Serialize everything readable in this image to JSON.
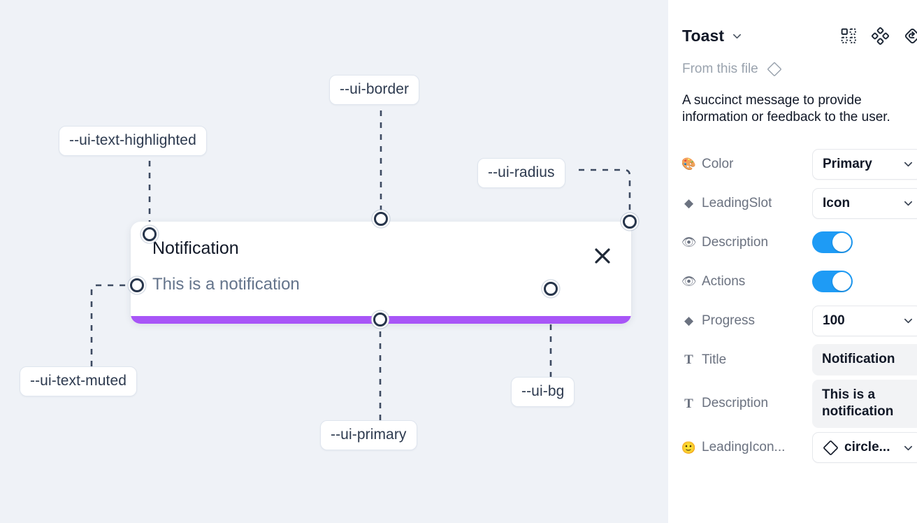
{
  "canvas": {
    "background_color": "#eff2f7",
    "toast": {
      "title": "Notification",
      "description": "This is a notification",
      "close_label": "✕",
      "progress_color": "#a855f7",
      "background_color": "#ffffff"
    },
    "tokens": [
      {
        "id": "text-highlighted",
        "label": "--ui-text-highlighted"
      },
      {
        "id": "border",
        "label": "--ui-border"
      },
      {
        "id": "radius",
        "label": "--ui-radius"
      },
      {
        "id": "text-muted",
        "label": "--ui-text-muted"
      },
      {
        "id": "primary",
        "label": "--ui-primary"
      },
      {
        "id": "bg",
        "label": "--ui-bg"
      }
    ]
  },
  "panel": {
    "title": "Toast",
    "title_chevron": "chevron-down-icon",
    "head_icons": [
      {
        "name": "component-grid-icon"
      },
      {
        "name": "component-set-icon"
      },
      {
        "name": "reset-instance-icon"
      }
    ],
    "source_label": "From this file",
    "source_icon": "diamond-icon",
    "description": "A succinct message to provide information or feedback to the user.",
    "accent_color": "#1e9bf5",
    "properties": [
      {
        "icon": "palette-icon",
        "icon_glyph": "🎨",
        "label": "Color",
        "type": "select",
        "value": "Primary"
      },
      {
        "icon": "diamond-icon",
        "icon_glyph": "◆",
        "label": "LeadingSlot",
        "type": "select",
        "value": "Icon"
      },
      {
        "icon": "eye-icon",
        "icon_glyph": "👁",
        "label": "Description",
        "type": "toggle",
        "value": "on"
      },
      {
        "icon": "eye-icon",
        "icon_glyph": "👁",
        "label": "Actions",
        "type": "toggle",
        "value": "on"
      },
      {
        "icon": "diamond-icon",
        "icon_glyph": "◆",
        "label": "Progress",
        "type": "select",
        "value": "100"
      },
      {
        "icon": "text-icon",
        "icon_glyph": "T",
        "label": "Title",
        "type": "text",
        "value": "Notification"
      },
      {
        "icon": "text-icon",
        "icon_glyph": "T",
        "label": "Description",
        "type": "text",
        "value": "This is a notification"
      },
      {
        "icon": "emoji-icon",
        "icon_glyph": "🙂",
        "label": "LeadingIcon...",
        "type": "select-icon",
        "value": "circle..."
      }
    ]
  }
}
